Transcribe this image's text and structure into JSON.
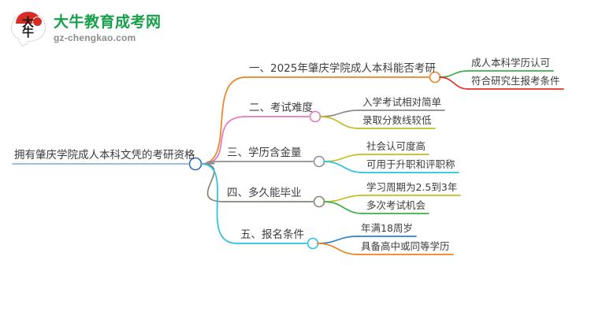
{
  "logo": {
    "glyph_top": "大",
    "glyph_bottom": "牛",
    "title": "大牛教育成考网",
    "subtitle": "gz-chengkao.com",
    "title_color": "#17a04a",
    "subtitle_color": "#8d8d8d",
    "mark_color": "#d92b25"
  },
  "mindmap": {
    "root": {
      "label": "拥有肇庆学院成人本科文凭的考研资格",
      "node_color": "#2f6fb5",
      "underline_color": "#7fa9d4"
    },
    "branches": [
      {
        "label": "一、2025年肇庆学院成人本科能否考研",
        "color": "#ee8322",
        "children": [
          {
            "label": "成人本科学历认可",
            "color": "#3fae49"
          },
          {
            "label": "符合研究生报考条件",
            "color": "#e8302a"
          }
        ]
      },
      {
        "label": "二、考试难度",
        "color": "#e878bf",
        "children": [
          {
            "label": "入学考试相对简单",
            "color": "#8a8a8a"
          },
          {
            "label": "录取分数线较低",
            "color": "#c5bd1f"
          }
        ]
      },
      {
        "label": "三、学历含金量",
        "color": "#8f8f8f",
        "children": [
          {
            "label": "社会认可度高",
            "color": "#c5bd1f"
          },
          {
            "label": "可用于升职和评职称",
            "color": "#29c2e0"
          }
        ]
      },
      {
        "label": "四、多久能毕业",
        "color": "#8a8377",
        "children": [
          {
            "label": "学习周期为2.5到3年",
            "color": "#c5bd1f"
          },
          {
            "label": "多次考试机会",
            "color": "#3fae49"
          }
        ]
      },
      {
        "label": "五、报名条件",
        "color": "#29c2e0",
        "children": [
          {
            "label": "年满18周岁",
            "color": "#2f7fc4"
          },
          {
            "label": "具备高中或同等学历",
            "color": "#ee8322"
          }
        ]
      }
    ]
  }
}
